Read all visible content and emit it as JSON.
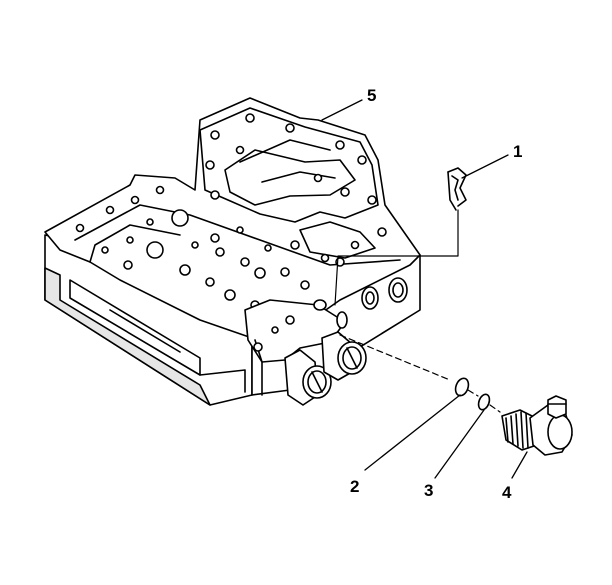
{
  "callouts": [
    {
      "id": "1",
      "label": "1"
    },
    {
      "id": "2",
      "label": "2"
    },
    {
      "id": "3",
      "label": "3"
    },
    {
      "id": "4",
      "label": "4"
    },
    {
      "id": "5",
      "label": "5"
    }
  ],
  "colors": {
    "line": "#000000",
    "fill": "#ffffff",
    "shade": "#d9d9d9"
  }
}
